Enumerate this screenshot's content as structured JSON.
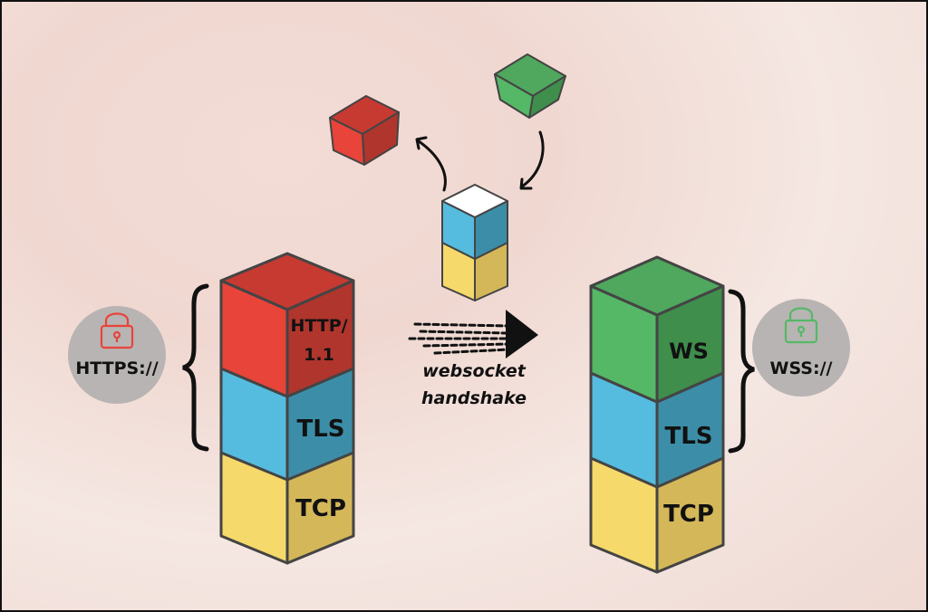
{
  "left_stack": {
    "layers": [
      {
        "name": "http",
        "label_line1": "HTTP/",
        "label_line2": "1.1",
        "color": "#e8443a"
      },
      {
        "name": "tls",
        "label": "TLS",
        "color": "#55bcdf"
      },
      {
        "name": "tcp",
        "label": "TCP",
        "color": "#f5d96b"
      }
    ],
    "scheme_label": "HTTPS://",
    "lock_color": "#e8443a"
  },
  "right_stack": {
    "layers": [
      {
        "name": "ws",
        "label": "WS",
        "color": "#55b866"
      },
      {
        "name": "tls",
        "label": "TLS",
        "color": "#55bcdf"
      },
      {
        "name": "tcp",
        "label": "TCP",
        "color": "#f5d96b"
      }
    ],
    "scheme_label": "WSS://",
    "lock_color": "#55b866"
  },
  "transition": {
    "caption_line1": "websocket",
    "caption_line2": "handshake"
  },
  "floating_cubes": {
    "removed_color": "#e8443a",
    "added_color": "#55b866"
  }
}
